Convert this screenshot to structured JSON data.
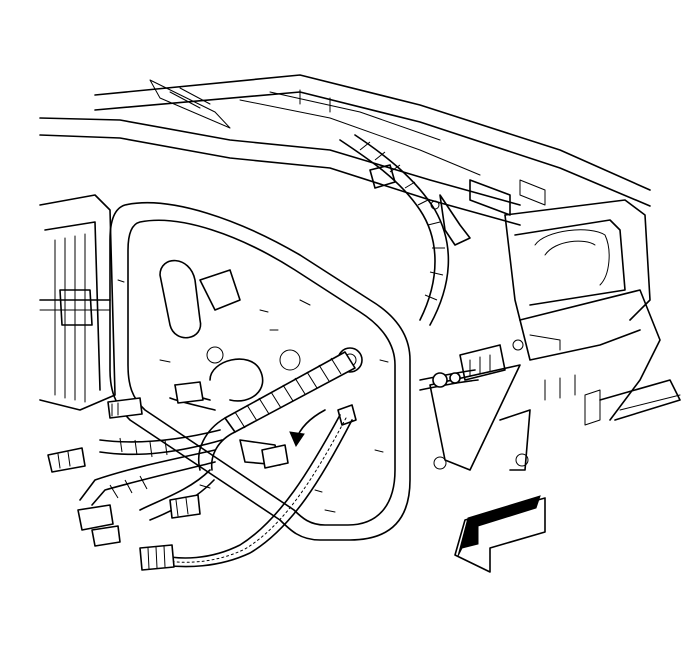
{
  "diagram": {
    "colors": {
      "line": "#000000",
      "background": "#ffffff"
    },
    "icons": [
      "direction-arrow-icon",
      "routing-arrow-icon"
    ],
    "components": [
      "instrument-panel-cross-car-beam",
      "bulkhead-panel",
      "bulkhead-grommet",
      "wiring-harness",
      "harness-connector",
      "cable-assembly",
      "hvac-module",
      "hvac-duct",
      "steering-column-support"
    ]
  }
}
